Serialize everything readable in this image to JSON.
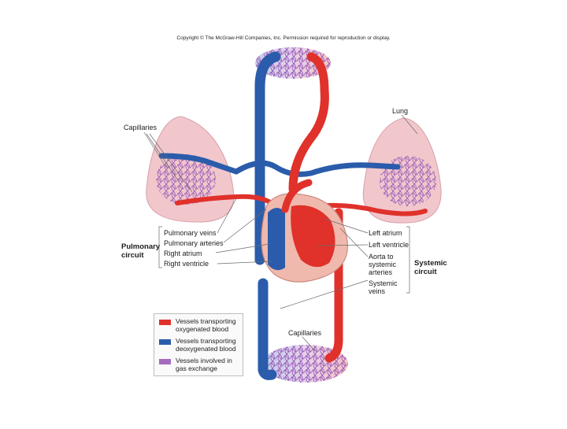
{
  "copyright": "Copyright © The McGraw-Hill Companies, Inc. Permission required for reproduction or display.",
  "labels": {
    "capillaries_top": "Capillaries",
    "lung": "Lung",
    "pulmonary_veins": "Pulmonary veins",
    "pulmonary_arteries": "Pulmonary arteries",
    "right_atrium": "Right atrium",
    "right_ventricle": "Right ventricle",
    "pulmonary_circuit_1": "Pulmonary",
    "pulmonary_circuit_2": "circuit",
    "left_atrium": "Left atrium",
    "left_ventricle": "Left ventricle",
    "aorta_1": "Aorta to",
    "aorta_2": "systemic",
    "aorta_3": "arteries",
    "systemic_veins_1": "Systemic",
    "systemic_veins_2": "veins",
    "systemic_circuit_1": "Systemic",
    "systemic_circuit_2": "circuit",
    "capillaries_bottom": "Capillaries"
  },
  "legend": {
    "items": [
      {
        "line1": "Vessels transporting",
        "line2": "oxygenated blood",
        "color": "#e0312b"
      },
      {
        "line1": "Vessels transporting",
        "line2": "deoxygenated blood",
        "color": "#2a5cab"
      },
      {
        "line1": "Vessels involved in",
        "line2": "gas exchange",
        "color": "#a46bbf"
      }
    ]
  },
  "colors": {
    "oxygenated": "#e0312b",
    "deoxygenated": "#2a5cab",
    "gas_exchange": "#a46bbf",
    "lung_tissue": "#f1c7cc",
    "heart_tissue": "#f0b9ad"
  }
}
